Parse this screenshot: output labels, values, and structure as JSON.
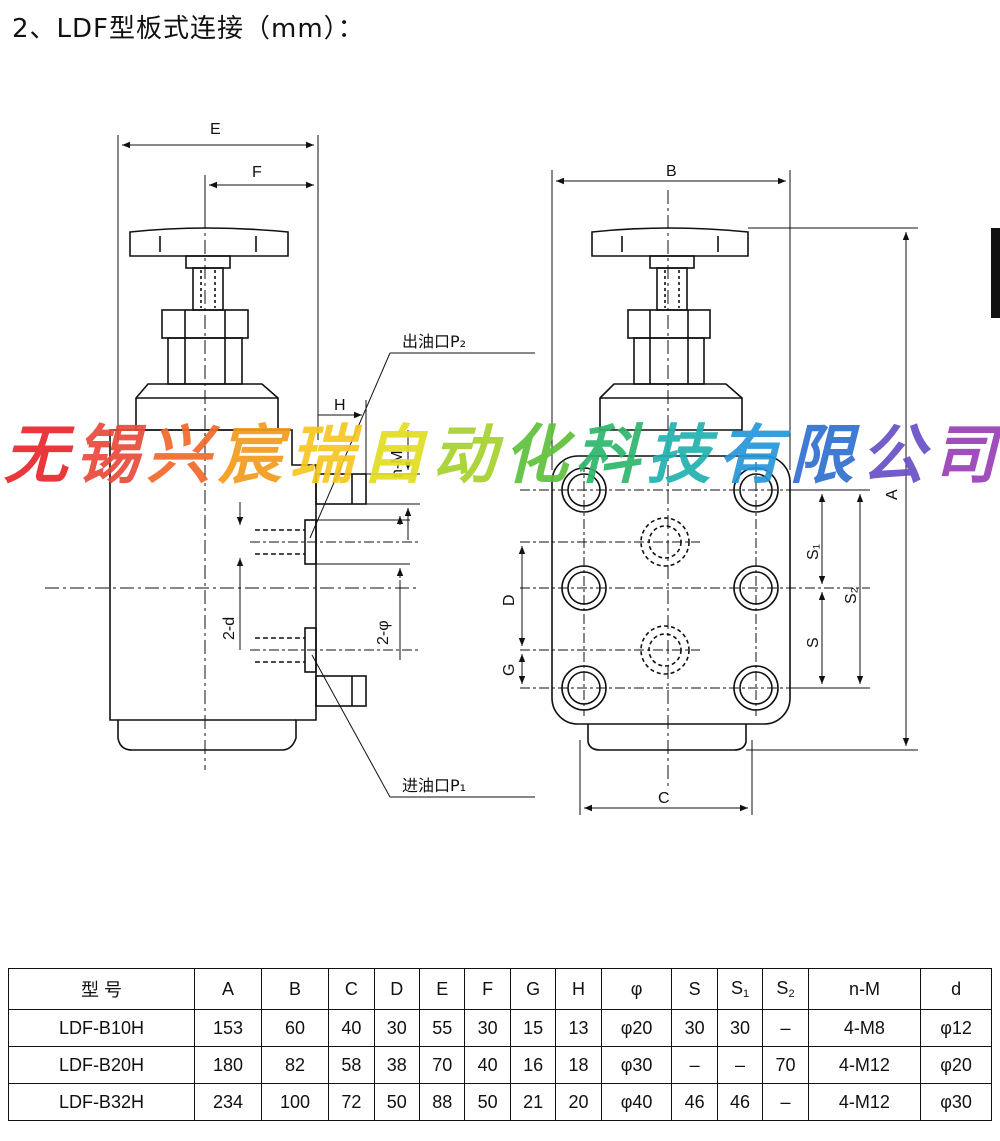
{
  "title": "2、LDF型板式连接（mm）：",
  "labels": {
    "E": "E",
    "F": "F",
    "H": "H",
    "nM": "n-M",
    "d2": "2-d",
    "phi2": "2-φ",
    "outlet": "出油口P₂",
    "inlet": "进油口P₁",
    "B": "B",
    "A": "A",
    "C": "C",
    "D": "D",
    "G": "G",
    "S1": "S₁",
    "S2": "S₂",
    "S": "S"
  },
  "watermark": {
    "chars": [
      "无",
      "锡",
      "兴",
      "宸",
      "瑞",
      "自",
      "动",
      "化",
      "科",
      "技",
      "有",
      "限",
      "公",
      "司"
    ],
    "colors": [
      "#e8272b",
      "#e84a3a",
      "#f06a2a",
      "#f49b1d",
      "#f7c620",
      "#e2de22",
      "#a5d22d",
      "#5fc13c",
      "#2eb66b",
      "#21b1b0",
      "#2597d8",
      "#2f6fd0",
      "#6a4fc7",
      "#9a3fb8"
    ]
  },
  "table": {
    "headers": [
      "型 号",
      "A",
      "B",
      "C",
      "D",
      "E",
      "F",
      "G",
      "H",
      "φ",
      "S",
      "S1",
      "S2",
      "n-M",
      "d"
    ],
    "rows": [
      [
        "LDF-B10H",
        "153",
        "60",
        "40",
        "30",
        "55",
        "30",
        "15",
        "13",
        "φ20",
        "30",
        "30",
        "–",
        "4-M8",
        "φ12"
      ],
      [
        "LDF-B20H",
        "180",
        "82",
        "58",
        "38",
        "70",
        "40",
        "16",
        "18",
        "φ30",
        "–",
        "–",
        "70",
        "4-M12",
        "φ20"
      ],
      [
        "LDF-B32H",
        "234",
        "100",
        "72",
        "50",
        "88",
        "50",
        "21",
        "20",
        "φ40",
        "46",
        "46",
        "–",
        "4-M12",
        "φ30"
      ]
    ]
  }
}
